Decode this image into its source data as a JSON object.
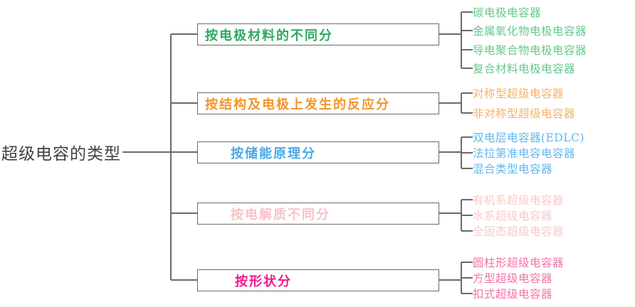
{
  "diagram": {
    "type": "tree-mindmap",
    "root": {
      "label": "超级电容的类型",
      "color": "#3f3f46"
    },
    "line_color": "#6b6b6b",
    "branches": [
      {
        "label": "按电极材料的不同分",
        "box_text_color": "#2faa63",
        "leaf_color": "#63c98e",
        "leaves": [
          "碳电极电容器",
          "金属氧化物电极电容器",
          "导电聚合物电极电容器",
          "复合材料电极电容器"
        ]
      },
      {
        "label": "按结构及电极上发生的反应分",
        "box_text_color": "#f0962e",
        "leaf_color": "#f3b26a",
        "leaves": [
          "对称型超级电容器",
          "非对称型超级电容器"
        ]
      },
      {
        "label": "按储能原理分",
        "box_text_color": "#49a9e8",
        "leaf_color": "#62b7ee",
        "leaves": [
          "双电层电容器(EDLC)",
          "法拉第准电容电容器",
          "混合类型电容器"
        ]
      },
      {
        "label": "按电解质不同分",
        "box_text_color": "#f8c3c6",
        "leaf_color": "#f9c9c6",
        "leaves": [
          "有机系超级电容器",
          "水系超级电容器",
          "全固态超级电容器"
        ]
      },
      {
        "label": "按形状分",
        "box_text_color": "#f2188c",
        "leaf_color": "#f472a8",
        "leaves": [
          "圆柱形超级电容器",
          "方型超级电容器",
          "扣式超级电容器"
        ]
      }
    ]
  }
}
